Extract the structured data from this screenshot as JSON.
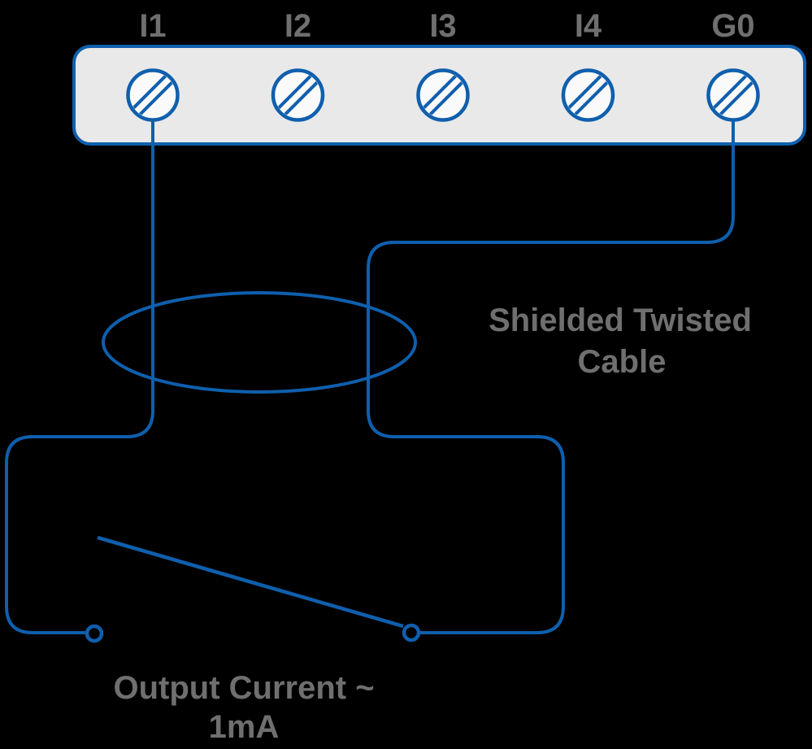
{
  "diagram": {
    "title": "input wiring diagram",
    "terminals": [
      {
        "label": "I1"
      },
      {
        "label": "I2"
      },
      {
        "label": "I3"
      },
      {
        "label": "I4"
      },
      {
        "label": "G0"
      }
    ],
    "captions": {
      "cable_line1": "Shielded Twisted",
      "cable_line2": "Cable",
      "output_line1": "Output Current ~",
      "output_line2": "1mA"
    },
    "icons": [
      "screw-terminal-icon",
      "open-switch-icon",
      "cable-loop-icon"
    ]
  },
  "colors": {
    "background": "#000000",
    "wire-blue": "#0f5fad",
    "label-gray": "#6f6f6f",
    "strip-fill": "#e9e9e9",
    "screw-fill": "#fafafa"
  }
}
